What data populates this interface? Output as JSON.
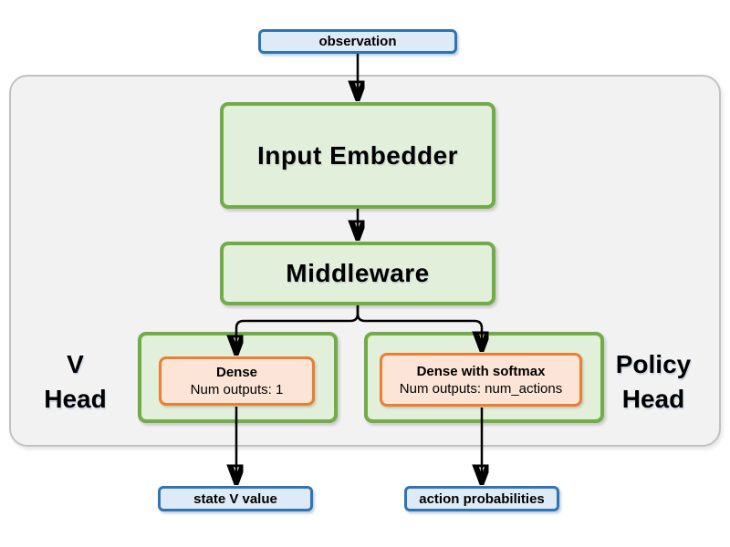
{
  "nodes": {
    "observation": "observation",
    "input_embedder": "Input Embedder",
    "middleware": "Middleware",
    "v_dense_title": "Dense",
    "v_dense_subtitle": "Num outputs: 1",
    "policy_dense_title": "Dense with softmax",
    "policy_dense_subtitle": "Num outputs: num_actions",
    "state_v_value": "state V value",
    "action_probabilities": "action probabilities"
  },
  "labels": {
    "v_head_line1": "V",
    "v_head_line2": "Head",
    "policy_head_line1": "Policy",
    "policy_head_line2": "Head"
  },
  "colors": {
    "blue-border": "#2E75B6",
    "blue-fill": "#DEEBF7",
    "green-border": "#70AD47",
    "green-fill": "#E2EFDA",
    "orange-border": "#ED7D31",
    "orange-fill": "#FCE4D6",
    "container-fill": "#F2F2F2",
    "container-border": "#C2C2C2",
    "arrow": "#000000"
  }
}
